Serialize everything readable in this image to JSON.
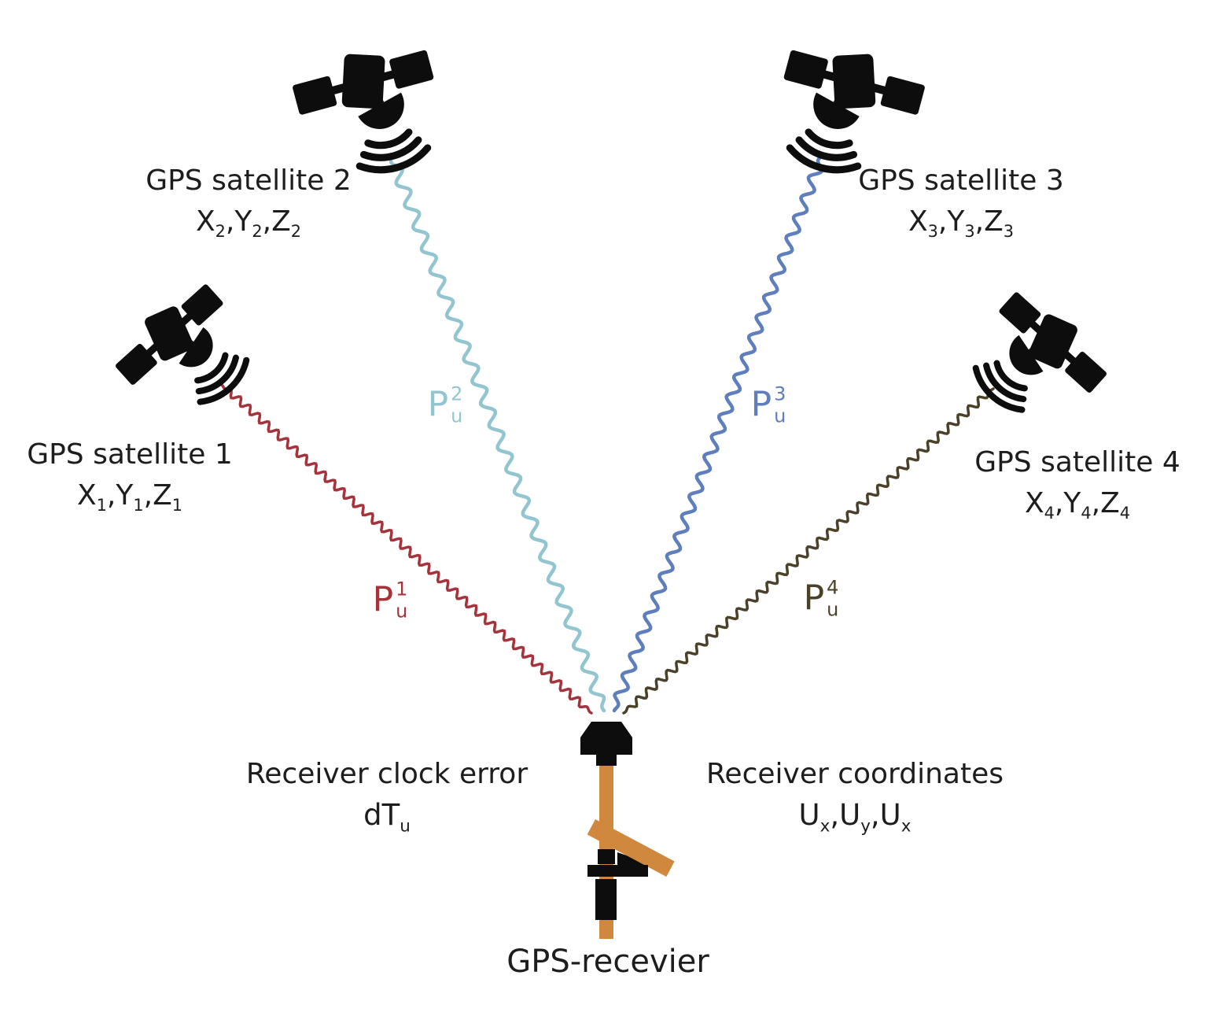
{
  "diagram": {
    "background": "#ffffff",
    "text_color": "#1d1d1d",
    "icon_color": "#0d0d0d"
  },
  "satellites": [
    {
      "label": "GPS satellite 1",
      "coord_bases": [
        "X",
        "Y",
        "Z"
      ],
      "coord_sub": "1"
    },
    {
      "label": "GPS satellite 2",
      "coord_bases": [
        "X",
        "Y",
        "Z"
      ],
      "coord_sub": "2"
    },
    {
      "label": "GPS satellite 3",
      "coord_bases": [
        "X",
        "Y",
        "Z"
      ],
      "coord_sub": "3"
    },
    {
      "label": "GPS satellite 4",
      "coord_bases": [
        "X",
        "Y",
        "Z"
      ],
      "coord_sub": "4"
    }
  ],
  "signals": [
    {
      "label_base": "P",
      "label_sup": "1",
      "label_sub": "u",
      "color": "#a4333c"
    },
    {
      "label_base": "P",
      "label_sup": "2",
      "label_sub": "u",
      "color": "#92c5cf"
    },
    {
      "label_base": "P",
      "label_sup": "3",
      "label_sub": "u",
      "color": "#5e7ebd"
    },
    {
      "label_base": "P",
      "label_sup": "4",
      "label_sub": "u",
      "color": "#4a4128"
    }
  ],
  "receiver": {
    "clock_error_label": "Receiver clock error",
    "clock_error_value_base": "dT",
    "clock_error_value_sub": "u",
    "coordinates_label": "Receiver coordinates",
    "coordinate_parts": [
      {
        "base": "U",
        "sub": "x"
      },
      {
        "base": "U",
        "sub": "y"
      },
      {
        "base": "U",
        "sub": "x"
      }
    ],
    "caption": "GPS-recevier",
    "pole_color": "#d0883d",
    "device_color": "#0d0d0d"
  }
}
